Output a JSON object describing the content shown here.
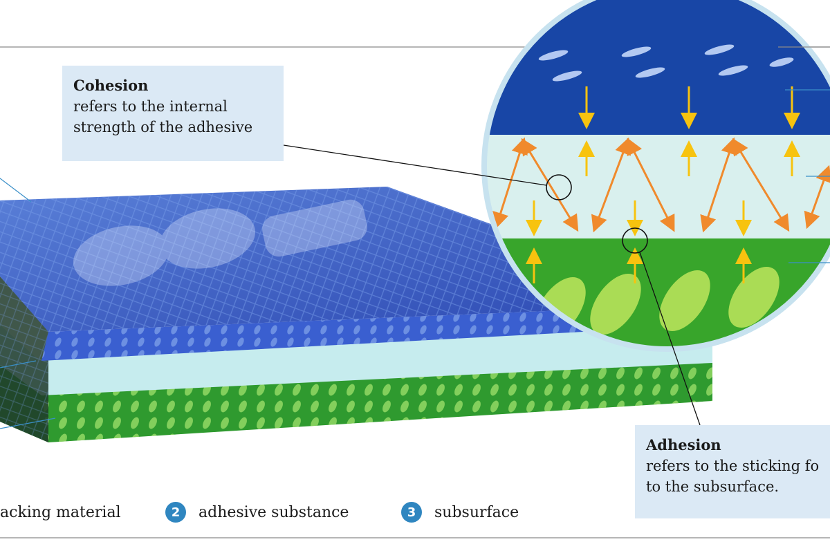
{
  "cohesion": {
    "title": "Cohesion",
    "line1": "refers to the internal",
    "line2": "strength of the adhesive"
  },
  "adhesion": {
    "title": "Adhesion",
    "line1": "refers to the sticking fo",
    "line2": "to the subsurface."
  },
  "legend": {
    "item1_label": "acking material",
    "item2_num": "2",
    "item2_label": "adhesive substance",
    "item3_num": "3",
    "item3_label": "subsurface"
  },
  "colors": {
    "backing": "#2c4fb8",
    "adhesive": "#bfe6ea",
    "subsurface": "#2f9a2f",
    "force_arrow": "#f7c30f",
    "cohesion_arrow": "#f08a2c",
    "callout_bg": "#dbe9f5",
    "legend_badge": "#2f86c0"
  }
}
